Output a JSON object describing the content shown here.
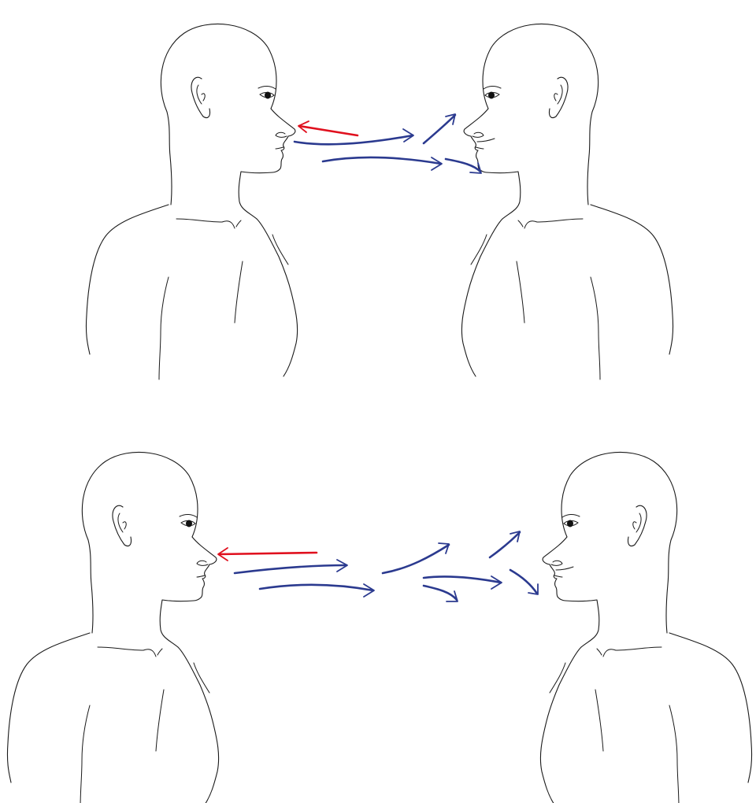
{
  "colors": {
    "line": "#1a1a1a",
    "breath_in": "#e0101e",
    "breath_out": "#2b3a8f"
  },
  "scenes": [
    {
      "name": "close-distance",
      "speaker": "left-figure",
      "listener": "right-figure",
      "inhaled_streams": 1,
      "exhaled_streams": 4
    },
    {
      "name": "far-distance",
      "speaker": "left-figure",
      "listener": "right-figure",
      "inhaled_streams": 1,
      "exhaled_streams": 7
    }
  ]
}
